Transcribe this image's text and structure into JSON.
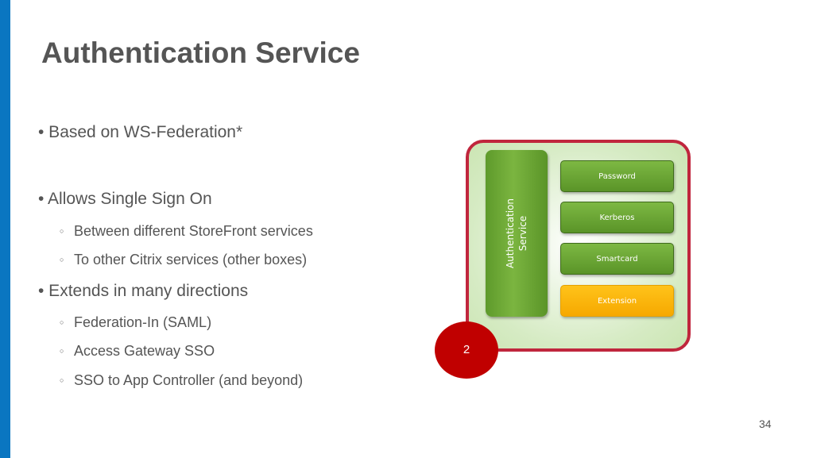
{
  "slide": {
    "title": "Authentication Service",
    "page_number": "34",
    "accent_color": "#0a76c1"
  },
  "bullets": [
    {
      "level": 1,
      "text": "• Based on WS-Federation*"
    },
    {
      "level": 1,
      "text": "• Allows Single Sign On"
    },
    {
      "level": 2,
      "text": "Between different StoreFront services"
    },
    {
      "level": 2,
      "text": "To other Citrix services (other boxes)"
    },
    {
      "level": 1,
      "text": "• Extends in many directions"
    },
    {
      "level": 2,
      "text": "Federation-In (SAML)"
    },
    {
      "level": 2,
      "text": "Access Gateway SSO"
    },
    {
      "level": 2,
      "text": "SSO to App Controller (and beyond)"
    }
  ],
  "sub_bullet_marker": "○",
  "diagram": {
    "service_label": "Authentication\nService",
    "methods": [
      {
        "label": "Password",
        "color": "#6aa533"
      },
      {
        "label": "Kerberos",
        "color": "#6aa533"
      },
      {
        "label": "Smartcard",
        "color": "#6aa533"
      },
      {
        "label": "Extension",
        "color": "#f9b208"
      }
    ],
    "border_color": "#c0263d",
    "badge_label": "2",
    "badge_color": "#c00000"
  }
}
